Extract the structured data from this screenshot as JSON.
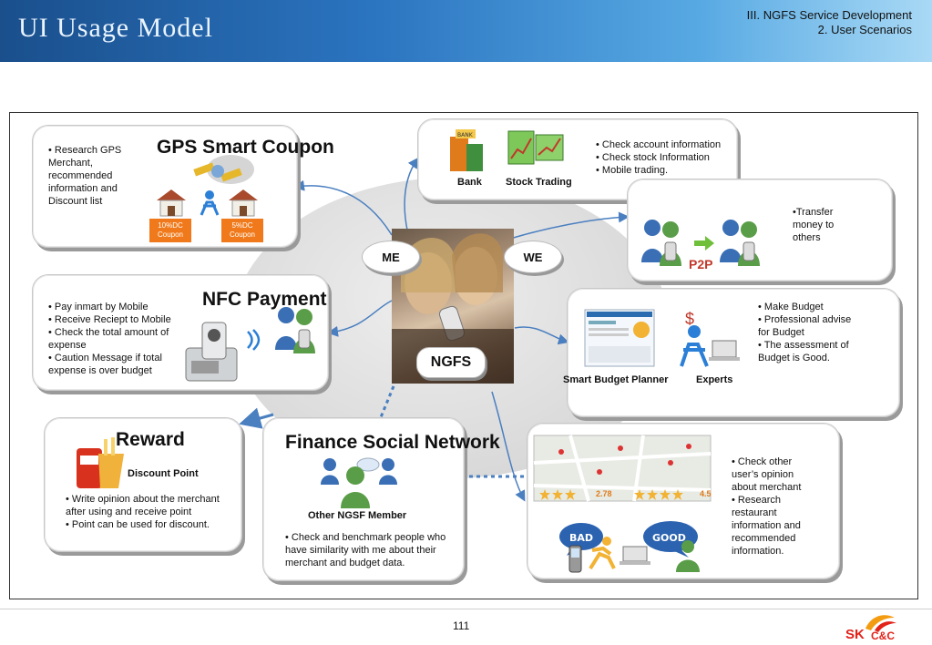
{
  "header": {
    "title": "UI Usage Model",
    "section": "III. NGFS Service Development",
    "subsection": "2. User Scenarios"
  },
  "hub": {
    "label": "NGFS",
    "me": "ME",
    "we": "WE"
  },
  "gps": {
    "title": "GPS Smart Coupon",
    "text": "• Research GPS Merchant, recommended information and Discount list",
    "coupon1": "10%DC Coupon",
    "coupon2": "5%DC Coupon"
  },
  "bank": {
    "bank_label": "Bank",
    "trading_label": "Stock Trading",
    "bullets": [
      "• Check account  information",
      "• Check stock Information",
      "• Mobile trading."
    ],
    "sign": "BANK"
  },
  "p2p": {
    "label": "P2P",
    "text": "•Transfer money to others"
  },
  "nfc": {
    "title": "NFC Payment",
    "bullets": [
      "• Pay inmart by Mobile",
      "• Receive Reciept to Mobile",
      "• Check the total amount of expense",
      "• Caution Message if total expense is over budget"
    ]
  },
  "budget": {
    "planner_label": "Smart Budget Planner",
    "experts_label": "Experts",
    "bullets": [
      "• Make Budget",
      "• Professional advise for Budget",
      "• The assessment of Budget is Good."
    ],
    "currency": "$"
  },
  "reward": {
    "title": "Reward",
    "sub": "Discount Point",
    "bullets": [
      "• Write opinion about the merchant after using and receive point",
      "• Point can be used for discount."
    ]
  },
  "social": {
    "title": "Finance Social Network",
    "member_label": "Other NGSF Member",
    "text": "• Check and benchmark people who have similarity with me about their merchant and budget data."
  },
  "review": {
    "bullets": [
      "• Check other user’s opinion about merchant",
      "• Research restaurant information and recommended information."
    ],
    "bad": "BAD",
    "good": "GOOD",
    "rating1": "2.78",
    "rating2": "4.5"
  },
  "footer": {
    "page": "111",
    "logo_sk": "SK",
    "logo_cc": "C&C"
  },
  "colors": {
    "header_dark": "#1a4f8c",
    "header_light": "#a9d9f5",
    "arrow": "#4a7fc0",
    "coupon": "#f07a1b",
    "p2p": "#c0392b",
    "logo": "#e2231a"
  }
}
